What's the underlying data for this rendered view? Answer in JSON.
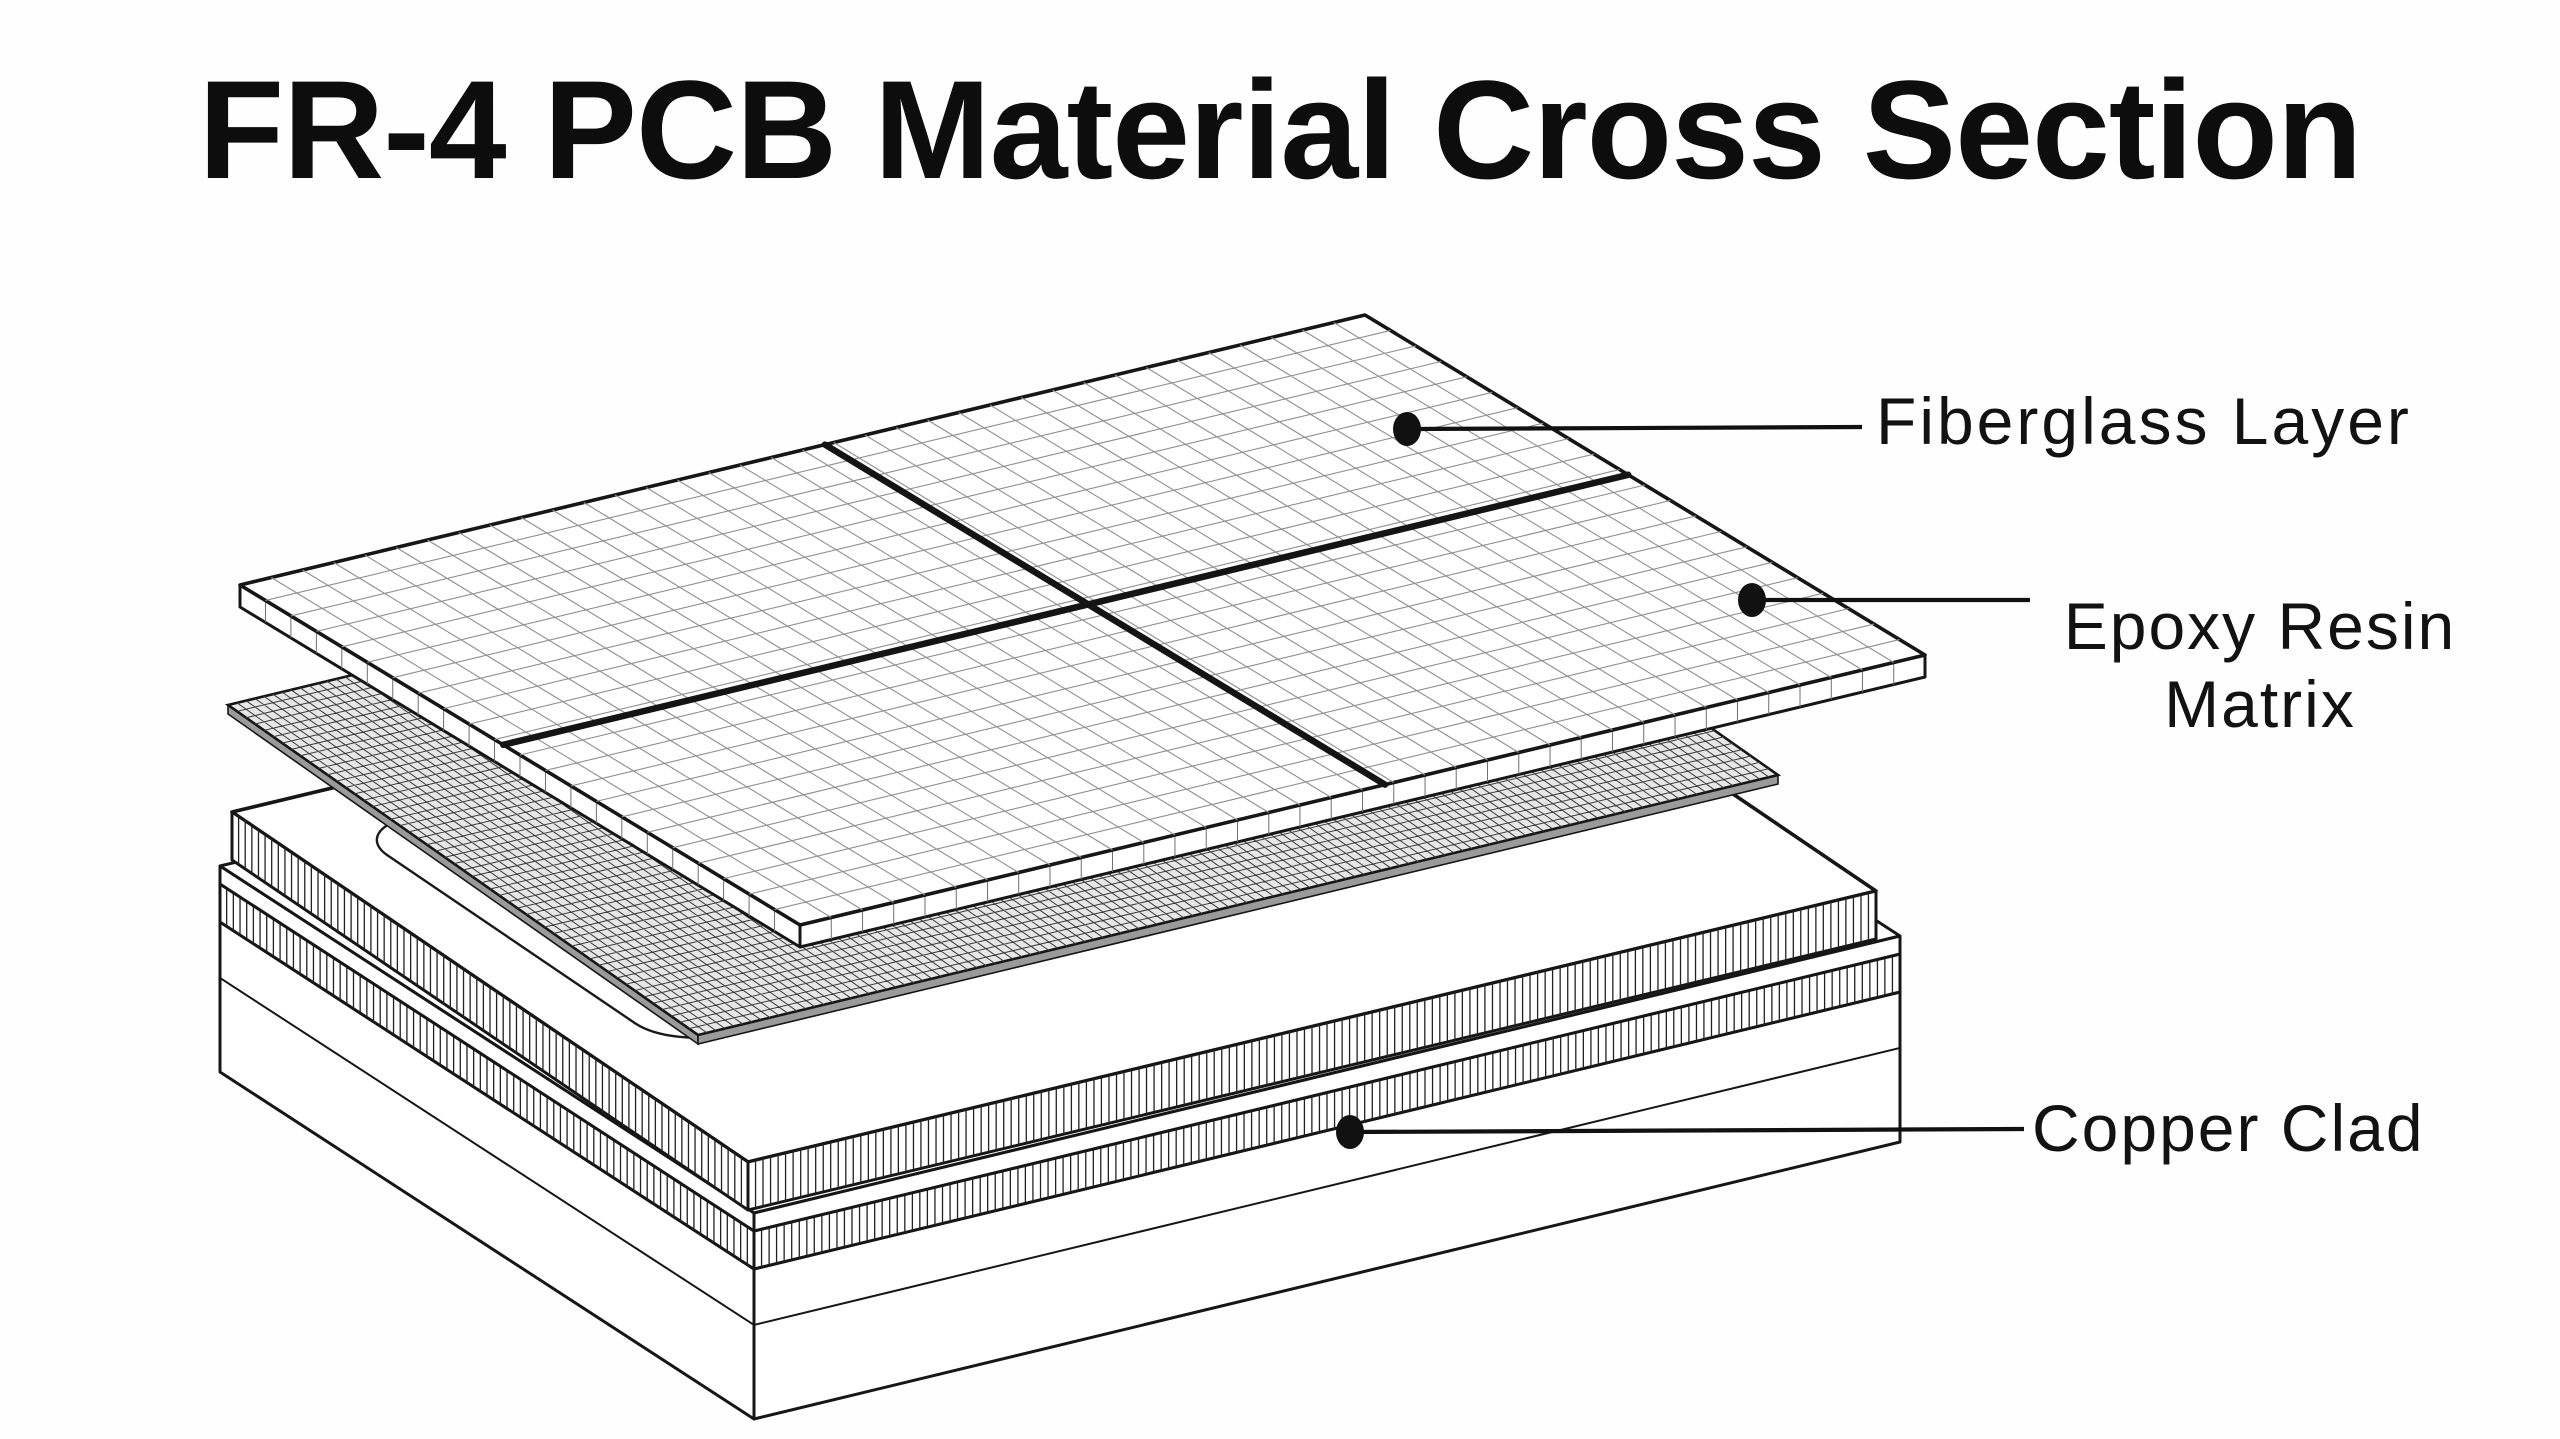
{
  "title": "FR-4 PCB Material Cross Section",
  "callouts": [
    {
      "id": "fiberglass-layer",
      "lines": [
        "Fiberglass Layer"
      ]
    },
    {
      "id": "epoxy-resin-matrix",
      "lines": [
        "Epoxy Resin",
        "Matrix"
      ]
    },
    {
      "id": "copper-clad",
      "lines": [
        "Copper Clad"
      ]
    }
  ],
  "layers": [
    {
      "name": "fiberglass-slab",
      "label": "Fiberglass Layer"
    },
    {
      "name": "epoxy-resin-mesh",
      "label": "Epoxy Resin Matrix"
    },
    {
      "name": "copper-clad-base",
      "label": "Copper Clad"
    }
  ],
  "icons": [
    "leader-dot-icon",
    "leader-dot-icon",
    "leader-dot-icon"
  ],
  "colors": {
    "ink": "#161616",
    "background": "#fefefe",
    "grid_line": "#8f8f8f",
    "weave_line": "#3c3c3c",
    "label_text": "#121212"
  }
}
